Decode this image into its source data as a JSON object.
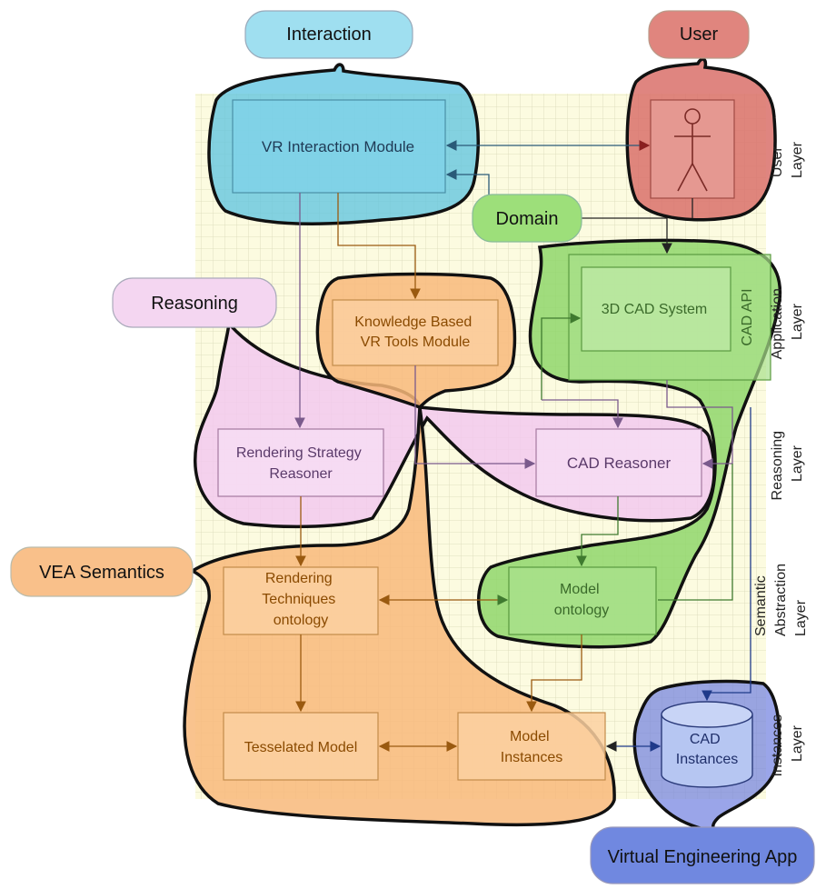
{
  "tags": {
    "interaction": "Interaction",
    "user": "User",
    "domain": "Domain",
    "reasoning": "Reasoning",
    "vea_semantics": "VEA Semantics",
    "virtual_engineering_app": "Virtual Engineering App"
  },
  "layers": {
    "user": [
      "User",
      "Layer"
    ],
    "application": [
      "Application",
      "Layer"
    ],
    "reasoning": [
      "Reasoning",
      "Layer"
    ],
    "semantic_abstraction": [
      "Semantic",
      "Abstraction",
      "Layer"
    ],
    "instances": [
      "Instances",
      "Layer"
    ]
  },
  "components": {
    "vr_interaction": [
      "VR Interaction Module"
    ],
    "knowledge_tools": [
      "Knowledge Based",
      "VR Tools Module"
    ],
    "cad_system": [
      "3D CAD System"
    ],
    "cad_api": "CAD API",
    "rendering_reasoner": [
      "Rendering Strategy",
      "Reasoner"
    ],
    "cad_reasoner": [
      "CAD Reasoner"
    ],
    "rendering_ontology": [
      "Rendering",
      "Techniques",
      "ontology"
    ],
    "model_ontology": [
      "Model",
      "ontology"
    ],
    "tesselated_model": [
      "Tesselated Model"
    ],
    "model_instances": [
      "Model",
      "Instances"
    ],
    "cad_instances": [
      "CAD",
      "Instances"
    ]
  },
  "colors": {
    "grid_bg": "#fcfbe0",
    "grid_line": "#d9d9b8",
    "interaction": "#5bc3e0",
    "user": "#d9706a",
    "domain": "#8fd66b",
    "reasoning": "#f2c9ee",
    "vea": "#f8b97a",
    "app": "#6f7fe0",
    "instances": "#9db3ee",
    "arrow_brown": "#9a5a10",
    "arrow_purple": "#7a5a8c",
    "arrow_blue": "#2a5a78"
  }
}
